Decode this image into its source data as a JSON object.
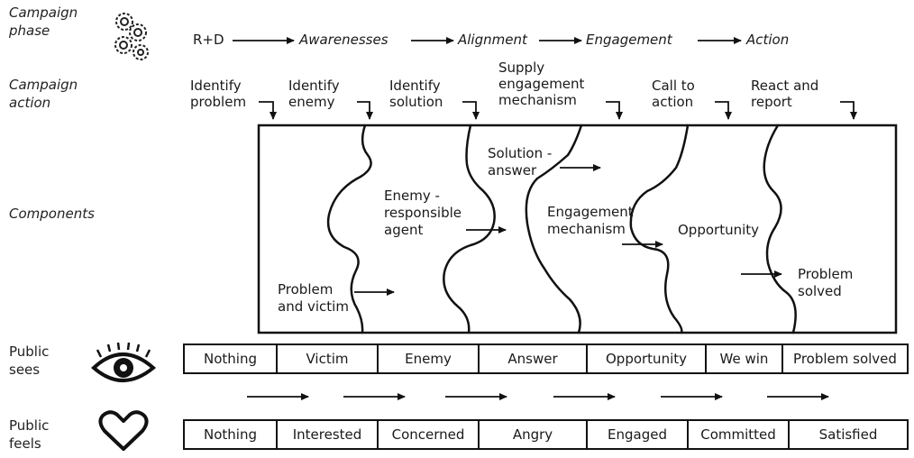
{
  "row_labels": {
    "campaign_phase": "Campaign\nphase",
    "campaign_action": "Campaign\naction",
    "components": "Components",
    "public_sees": "Public\nsees",
    "public_feels": "Public\nfeels"
  },
  "phases": [
    "R+D",
    "Awarenesses",
    "Alignment",
    "Engagement",
    "Action"
  ],
  "actions": [
    "Identify\nproblem",
    "Identify\nenemy",
    "Identify\nsolution",
    "Supply\nengagement\nmechanism",
    "Call to\naction",
    "React and\nreport"
  ],
  "components": {
    "problem": "Problem\nand victim",
    "enemy": "Enemy -\nresponsible\nagent",
    "solution": "Solution -\nanswer",
    "engagement": "Engagement\nmechanism",
    "opportunity": "Opportunity",
    "solved": "Problem\nsolved"
  },
  "sees": [
    "Nothing",
    "Victim",
    "Enemy",
    "Answer",
    "Opportunity",
    "We win",
    "Problem solved"
  ],
  "feels": [
    "Nothing",
    "Interested",
    "Concerned",
    "Angry",
    "Engaged",
    "Committed",
    "Satisfied"
  ],
  "icons": {
    "phase": "gears-icon",
    "sees": "eye-icon",
    "feels": "heart-icon"
  }
}
